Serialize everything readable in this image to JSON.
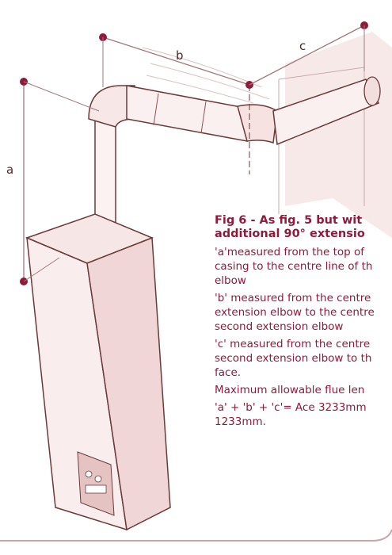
{
  "labels": {
    "a": "a",
    "b": "b",
    "c": "c"
  },
  "caption": {
    "title_line1": "Fig 6 - As fig. 5 but wit",
    "title_line2": "additional 90° extensio",
    "p1": [
      "'a'measured from the top of",
      "casing to the centre line of th",
      "elbow"
    ],
    "p2": [
      "'b' measured from the centre",
      "extension elbow to the centre",
      "second extension elbow"
    ],
    "p3": [
      "'c' measured from the centre",
      "second extension elbow to th",
      "face."
    ],
    "p4": [
      "Maximum allowable flue len"
    ],
    "p5": [
      "'a' + 'b' + 'c'= Ace 3233mm",
      "1233mm."
    ]
  },
  "colors": {
    "accent": "#8e1b3c",
    "dimension_line": "#a07a7a",
    "sketch": "#6b3a3a",
    "wall_tint": "#f3dede"
  }
}
